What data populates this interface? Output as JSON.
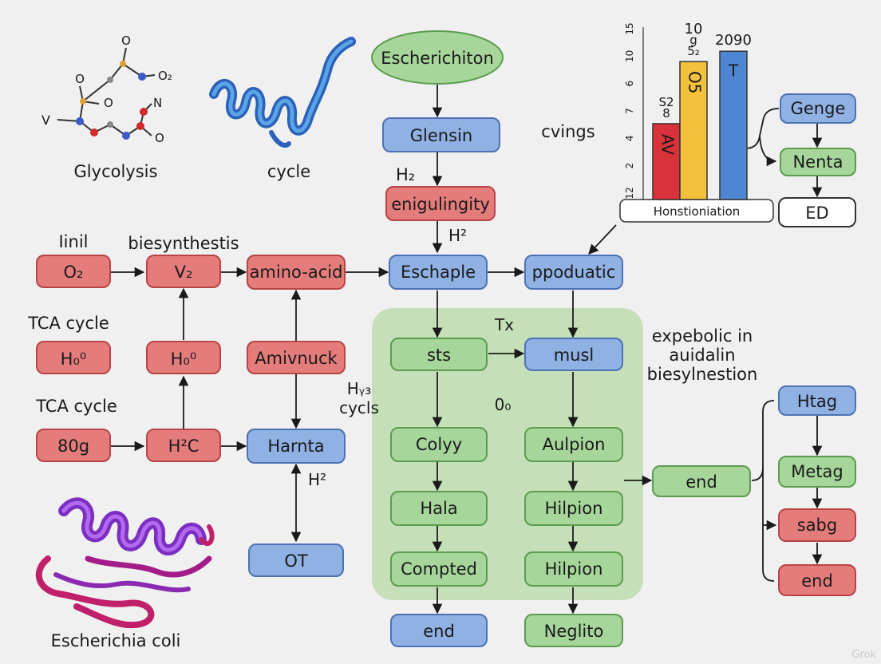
{
  "colors": {
    "red_fill": "#e57c7c",
    "red_stroke": "#b84444",
    "blue_fill": "#8fb1e3",
    "blue_stroke": "#4d72b4",
    "green_fill": "#a6d69a",
    "green_stroke": "#5c9c4e",
    "panel_fill": "#c5e0b9",
    "bar_red": "#d9323a",
    "bar_yellow": "#f4c13c",
    "bar_blue": "#4f86d4"
  },
  "labels": {
    "glycolysis": "Glycolysis",
    "cycle_protein": "cycle",
    "ecoli": "Escherichia coli",
    "cvings": "cvings",
    "h2_a": "H₂",
    "h2_b": "H²",
    "h2_c": "H²",
    "linil": "Iinil",
    "biesynthestis": "biesynthestis",
    "tca1": "TCA cycle",
    "tca2": "TCA cycle",
    "hy_cycls": "Hᵧ₃\ncycls",
    "tx": "Tx",
    "o0": "0₀",
    "expebolic": "expebolic in\nauidalin\nbiesylnestion",
    "watermark": "Grok"
  },
  "nodes": {
    "escherichiton": "Escherichiton",
    "glensin": "Glensin",
    "enigulingity": "enigulingity",
    "o2": "O₂",
    "v2": "V₂",
    "amino_acid": "amino-acid",
    "eschaple": "Eschaple",
    "ppoduatic": "ppoduatic",
    "h0_a": "H₀⁰",
    "h0_b": "H₀⁰",
    "amivnuck": "Amivnuck",
    "g80": "80g",
    "h2c": "H²C",
    "harnta": "Harnta",
    "ot": "OT",
    "sts": "sts",
    "musl": "musl",
    "colyy": "Colyy",
    "aulpion": "Aulpion",
    "hala": "Hala",
    "hilpion_a": "Hilpion",
    "compted": "Compted",
    "hilpion_b": "Hilpion",
    "end_left": "end",
    "neglito": "Neglito",
    "end_mid": "end",
    "genge": "Genge",
    "nenta": "Nenta",
    "ed": "ED",
    "htag": "Htag",
    "metag": "Metag",
    "sabg": "sabg",
    "end_right": "end",
    "honstioniation": "Honstioniation"
  },
  "molecule_atoms": {
    "o_top": "O",
    "o2_top": "O₂",
    "o_left": "O",
    "o_mid": "O",
    "v": "V",
    "n": "N",
    "o_right": "O"
  },
  "chart_data": {
    "type": "bar",
    "bar_labels": [
      "AV",
      "O5",
      "T"
    ],
    "above_bar_labels": [
      "S2\n8",
      "g\n5₂",
      "2090"
    ],
    "extra_top_label": "10",
    "values": [
      4.4,
      8.0,
      8.6
    ],
    "colors": [
      "#d9323a",
      "#f4c13c",
      "#4f86d4"
    ],
    "y_tick_labels": [
      "12",
      "2",
      "4",
      "7",
      "6",
      "10",
      "15"
    ],
    "ylim": [
      0,
      10
    ],
    "xlabel": "Honstioniation"
  }
}
